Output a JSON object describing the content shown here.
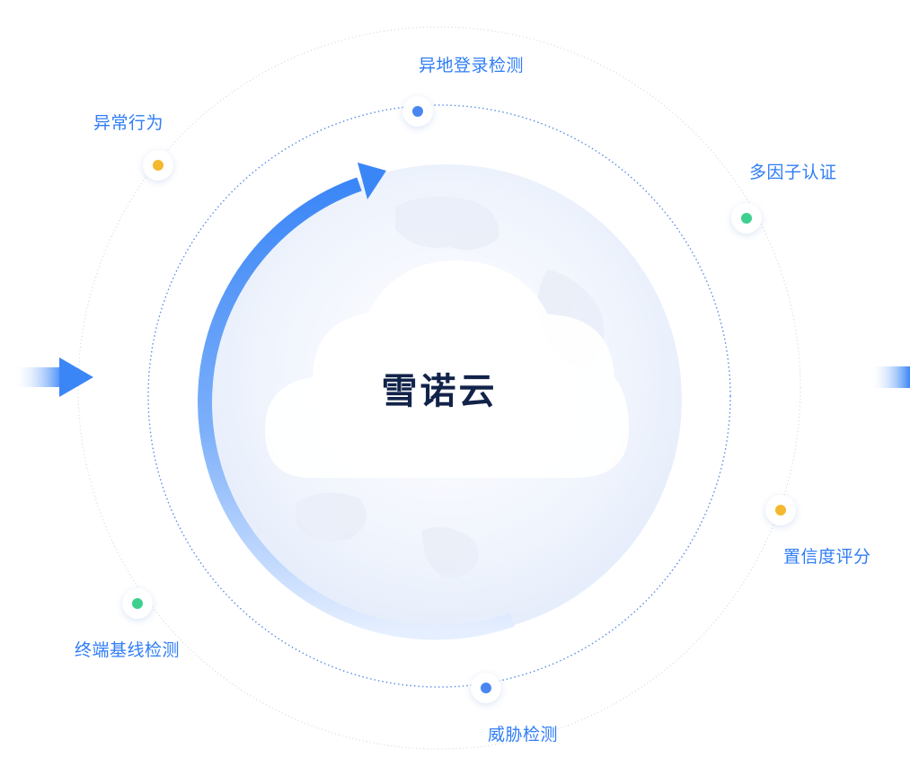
{
  "center": {
    "title": "雪诺云"
  },
  "nodes": [
    {
      "label": "异地登录检测",
      "color": "#4a86f0",
      "icon": "blue-dot"
    },
    {
      "label": "异常行为",
      "color": "#f5b82e",
      "icon": "orange-dot"
    },
    {
      "label": "多因子认证",
      "color": "#3ecf8e",
      "icon": "green-dot"
    },
    {
      "label": "置信度评分",
      "color": "#f5b82e",
      "icon": "orange-dot"
    },
    {
      "label": "终端基线检测",
      "color": "#3ecf8e",
      "icon": "green-dot"
    },
    {
      "label": "威胁检测",
      "color": "#4a86f0",
      "icon": "blue-dot"
    }
  ],
  "colors": {
    "accent": "#2f7df6",
    "title": "#12234a",
    "ring": "#5b8fe6",
    "arrow": "#3b86f7"
  }
}
